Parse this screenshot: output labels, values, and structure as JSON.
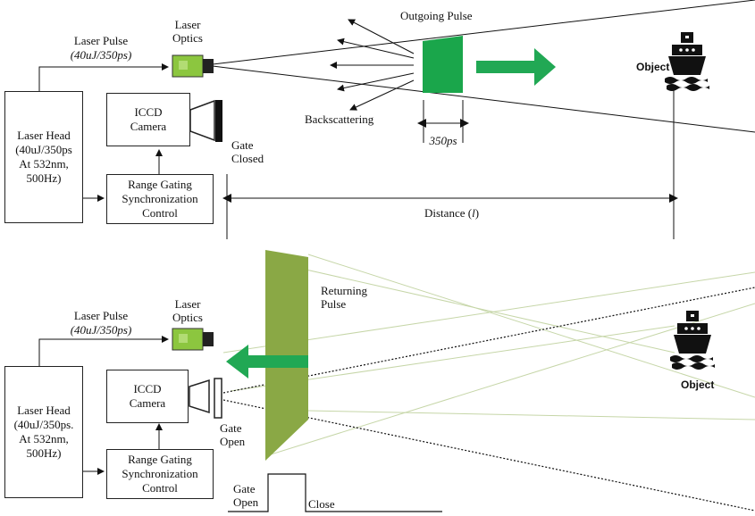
{
  "top_panel": {
    "laser_pulse_label": "Laser Pulse",
    "laser_pulse_spec": "(40uJ/350ps)",
    "laser_optics_label": "Laser\nOptics",
    "laser_head_label": "Laser Head\n(40uJ/350ps\nAt 532nm,\n500Hz)",
    "iccd_camera_label": "ICCD\nCamera",
    "range_gating_label": "Range Gating\nSynchronization\nControl",
    "gate_state": "Gate\nClosed",
    "outgoing_pulse_label": "Outgoing Pulse",
    "backscattering_label": "Backscattering",
    "pulse_width_label": "350ps",
    "object_label": "Object",
    "distance_label": "Distance (",
    "distance_var": "l",
    "distance_close": ")"
  },
  "bottom_panel": {
    "laser_pulse_label": "Laser Pulse",
    "laser_pulse_spec": "(40uJ/350ps)",
    "laser_optics_label": "Laser\nOptics",
    "laser_head_label": "Laser Head\n(40uJ/350ps.\nAt 532nm,\n500Hz)",
    "iccd_camera_label": "ICCD\nCamera",
    "range_gating_label": "Range Gating\nSynchronization\nControl",
    "gate_state": "Gate\nOpen",
    "returning_pulse_label": "Returning\nPulse",
    "object_label": "Object",
    "gate_signal_open": "Gate\nOpen",
    "gate_signal_close": "Close"
  },
  "colors": {
    "outgoing_pulse": "#1aa64b",
    "returning_pulse": "#8aa845",
    "laser_optics": "#8cc63f",
    "arrow_green": "#21a854",
    "beam_line": "#c6d6a8"
  }
}
